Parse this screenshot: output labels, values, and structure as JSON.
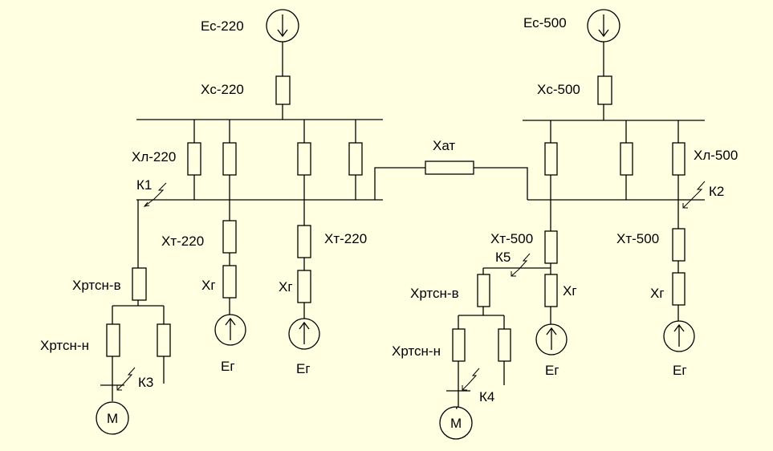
{
  "labels": {
    "ec220": "Ес-220",
    "xc220": "Хс-220",
    "xl220": "Хл-220",
    "k1": "К1",
    "xt220_left": "Хт-220",
    "xt220_right": "Хт-220",
    "xg_left": "Хг",
    "xg_right": "Хг",
    "eg_left": "Ег",
    "eg_right": "Ег",
    "xrtsn_v_left": "Хртсн-в",
    "xrtsn_n_left": "Хртсн-н",
    "k3": "К3",
    "m_left": "М",
    "xat": "Хат",
    "ec500": "Ес-500",
    "xc500": "Хс-500",
    "xl500": "Хл-500",
    "k2": "К2",
    "xt500_mid": "Хт-500",
    "k5": "К5",
    "xg_mid": "Хг",
    "eg_mid": "Ег",
    "xrtsn_v_right": "Хртсн-в",
    "xrtsn_n_right": "Хртсн-н",
    "k4": "К4",
    "m_right": "М",
    "xt500_right": "Хт-500",
    "xg_far": "Хг",
    "eg_far": "Ег"
  },
  "icons": {
    "source_down": "arrow-down-in-circle",
    "source_up": "arrow-up-in-circle",
    "fault": "zigzag-fault-arrow",
    "motor": "motor-circle"
  }
}
